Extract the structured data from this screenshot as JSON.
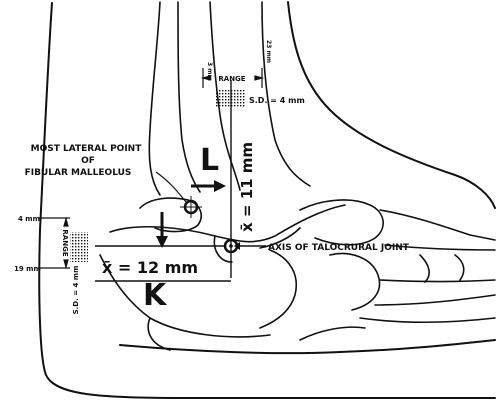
{
  "labels": {
    "lateral_point_line1": "MOST LATERAL POINT",
    "lateral_point_line2": "OF",
    "lateral_point_line3": "FIBULAR MALLEOLUS",
    "axis": "AXIS OF TALOCRURAL JOINT",
    "letter_l": "L",
    "letter_k": "K",
    "x_bar_vertical": "x̄ = 11 mm",
    "x_bar_horizontal": "x̄ = 12 mm",
    "range_top": "RANGE",
    "range_top_left": "3 mm",
    "range_top_right": "23 mm",
    "sd_top": "S.D. = 4 mm",
    "range_left": "RANGE",
    "range_left_top": "4 mm",
    "range_left_bottom": "19 mm",
    "sd_left": "S.D. = 4 mm"
  },
  "colors": {
    "ink": "#111111",
    "background": "#ffffff"
  }
}
